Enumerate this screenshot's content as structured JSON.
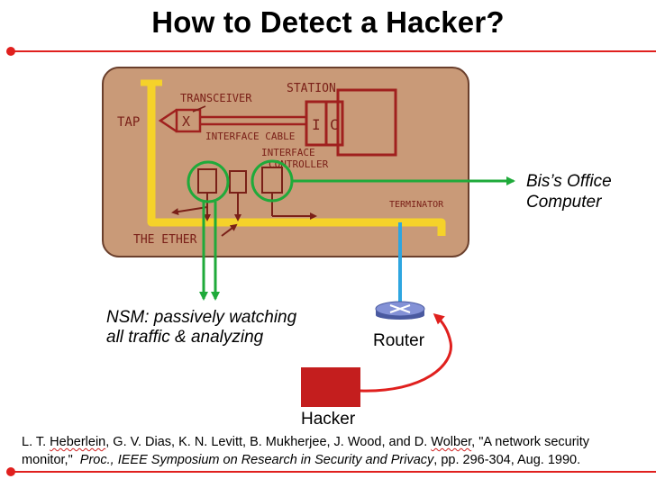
{
  "title": "How to Detect a Hacker?",
  "sketch": {
    "station": "STATION",
    "transceiver": "TRANSCEIVER",
    "x_box": "X",
    "tap": "TAP",
    "interface_cable": "INTERFACE CABLE",
    "interface": "INTERFACE",
    "controller": "CONTROLLER",
    "i_box": "I",
    "c_box": "C",
    "terminator": "TERMINATOR",
    "ether": "THE ETHER"
  },
  "labels": {
    "bis_office_line1": "Bis’s Office",
    "bis_office_line2": "Computer",
    "nsm_line1": "NSM: passively watching",
    "nsm_line2": "all traffic & analyzing",
    "router": "Router",
    "hacker": "Hacker"
  },
  "citation": {
    "authors_a": "L. T. ",
    "heberlein": "Heberlein",
    "authors_b": ", G. V. Dias, K. N. Levitt, B. Mukherjee, J. Wood, and D. ",
    "wolber": "Wolber",
    "title_part": ", \"A network security",
    "line2_start": "monitor,\"  ",
    "venue": "Proc., IEEE Symposium on Research in Security and Privacy",
    "line2_end": ", pp. 296-304, Aug. 1990."
  },
  "colors": {
    "accent_red": "#e0201e",
    "sketch_bg": "#c99a78",
    "sketch_ink": "#7a2018",
    "cable_yellow": "#f5d22a",
    "nsm_green": "#1faa3a",
    "link_blue": "#2ea6e0",
    "hacker_red": "#c41e1e",
    "router_blue": "#6f7fc2"
  },
  "icons": {
    "router": "router-icon",
    "hacker": "hacker-box-icon"
  }
}
